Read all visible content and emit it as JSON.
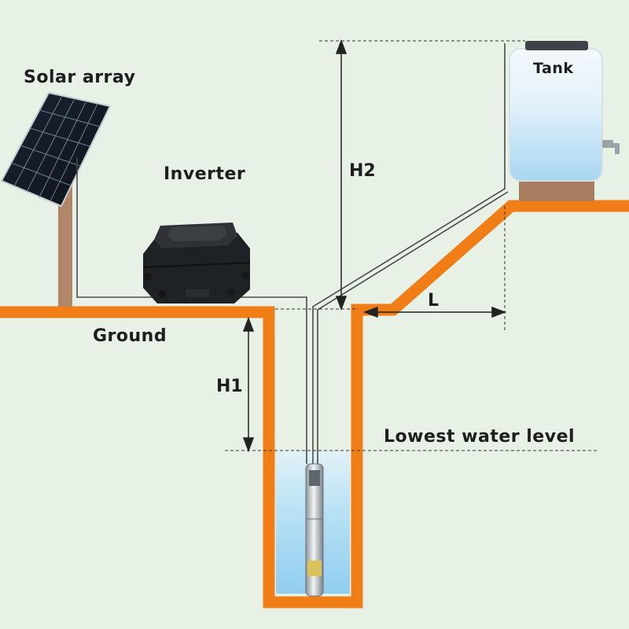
{
  "labels": {
    "solar_array": "Solar array",
    "inverter": "Inverter",
    "ground": "Ground",
    "tank": "Tank",
    "h1": "H1",
    "h2": "H2",
    "l": "L",
    "lowest_water_level": "Lowest water level"
  },
  "colors": {
    "background": "#e7f1e6",
    "ground_line": "#f07d16",
    "water": "#a9d8f1",
    "tank_body": "#eef6fb",
    "tank_stand": "#a87e61",
    "pole": "#b08769",
    "cable": "#555555",
    "dimension": "#222222"
  }
}
